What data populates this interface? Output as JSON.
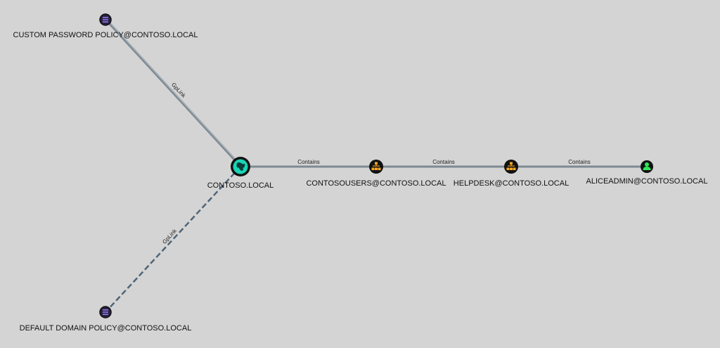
{
  "graph": {
    "nodes": {
      "custom_password_policy": {
        "label": "CUSTOM PASSWORD POLICY@CONTOSO.LOCAL",
        "type": "gpo",
        "icon": "list-icon",
        "fill": "#2a2040",
        "icon_color": "#8f7cf0"
      },
      "contoso_local": {
        "label": "CONTOSO.LOCAL",
        "type": "domain",
        "icon": "globe-icon",
        "fill": "#19d4b5",
        "icon_color": "#0a3d38"
      },
      "default_domain_policy": {
        "label": "DEFAULT DOMAIN POLICY@CONTOSO.LOCAL",
        "type": "gpo",
        "icon": "list-icon",
        "fill": "#2a2040",
        "icon_color": "#8f7cf0"
      },
      "contosousers": {
        "label": "CONTOSOUSERS@CONTOSO.LOCAL",
        "type": "ou",
        "icon": "sitemap-icon",
        "fill": "#111111",
        "icon_color": "#f5a623"
      },
      "helpdesk": {
        "label": "HELPDESK@CONTOSO.LOCAL",
        "type": "ou",
        "icon": "sitemap-icon",
        "fill": "#111111",
        "icon_color": "#f5a623"
      },
      "aliceadmin": {
        "label": "ALICEADMIN@CONTOSO.LOCAL",
        "type": "user",
        "icon": "user-icon",
        "fill": "#111111",
        "icon_color": "#2ee85a"
      }
    },
    "edges": {
      "gplink_custom": {
        "label": "GpLink",
        "style": "solid",
        "color": "#7d8a93"
      },
      "gplink_default": {
        "label": "GpLink",
        "style": "dashed",
        "color": "#4f6478"
      },
      "contains_1": {
        "label": "Contains",
        "style": "solid",
        "color": "#7d8a93"
      },
      "contains_2": {
        "label": "Contains",
        "style": "solid",
        "color": "#7d8a93"
      },
      "contains_3": {
        "label": "Contains",
        "style": "solid",
        "color": "#7d8a93"
      }
    }
  }
}
